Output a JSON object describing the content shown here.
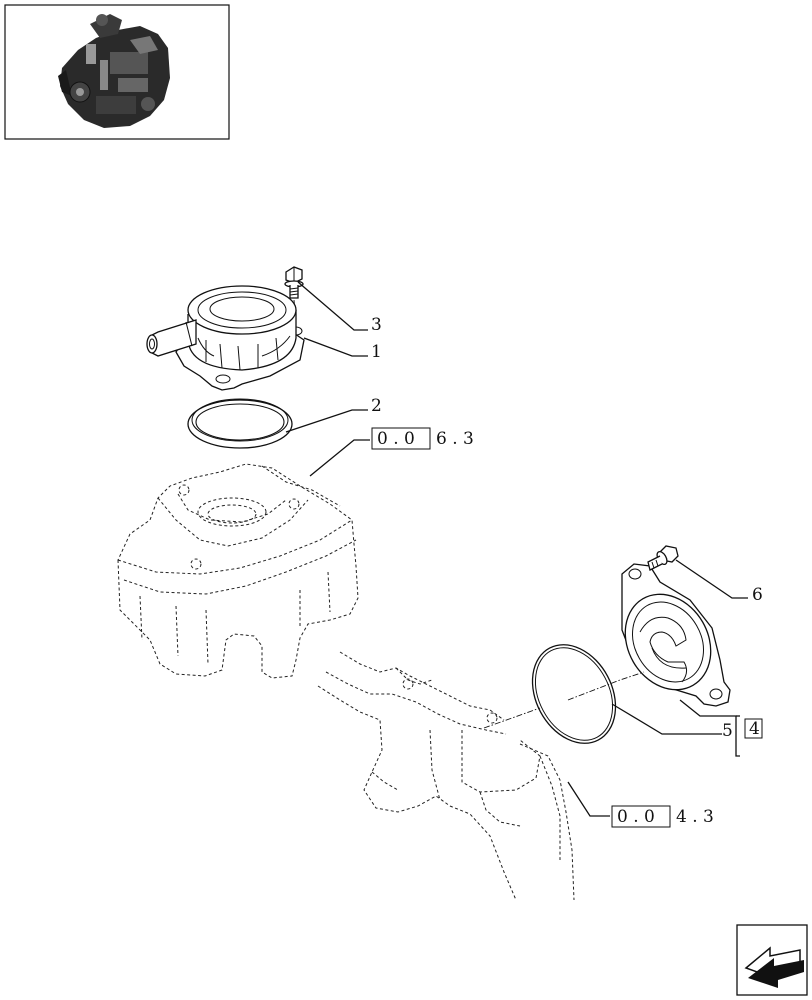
{
  "thumbnail": {
    "icon": "engine-icon"
  },
  "callouts": [
    {
      "id": "c1",
      "label": "1"
    },
    {
      "id": "c2",
      "label": "2"
    },
    {
      "id": "c3",
      "label": "3"
    },
    {
      "id": "c5",
      "label": "5"
    },
    {
      "id": "c6",
      "label": "6"
    }
  ],
  "quantity_box": {
    "value": "4"
  },
  "references": [
    {
      "id": "ref-top",
      "boxed": "0 . 0",
      "rest": "6 . 3"
    },
    {
      "id": "ref-bottom",
      "boxed": "0 . 0",
      "rest": "4 . 3"
    }
  ],
  "nav": {
    "icon": "next-page-arrow-icon"
  }
}
